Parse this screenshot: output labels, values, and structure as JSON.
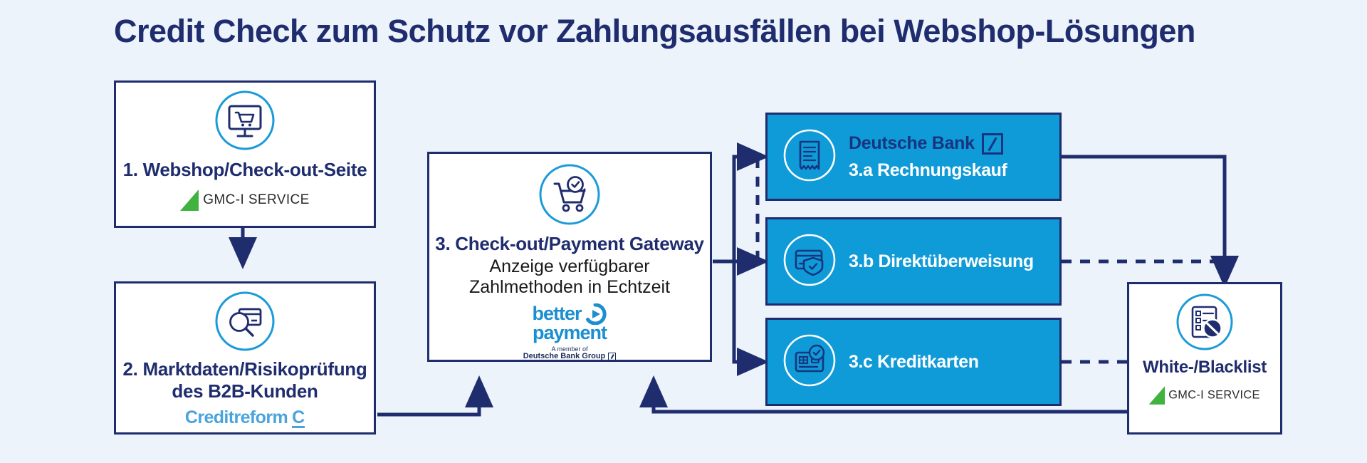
{
  "page": {
    "background_color": "#ecf3fb",
    "title": "Credit Check zum Schutz vor Zahlungsausfällen bei Webshop-Lösungen"
  },
  "colors": {
    "navy": "#1f2d6e",
    "cyan": "#0f9ad8",
    "icon_ring": "#1b9bd8",
    "green": "#3fb23f",
    "creditreform_blue": "#4ba3dc",
    "deutsche_bank_navy": "#16357e",
    "white": "#ffffff"
  },
  "steps": [
    {
      "id": "step-1",
      "number": "1.",
      "title": "1. Webshop/Check-out-Seite",
      "icon": "monitor-shopping-cart-icon",
      "logo": {
        "type": "gmc-i-service-logo",
        "text": "GMC-I SERVICE"
      }
    },
    {
      "id": "step-2",
      "number": "2.",
      "title_line1": "2. Marktdaten/Risikoprüfung",
      "title_line2": "des B2B-Kunden",
      "icon": "magnifier-card-icon",
      "logo": {
        "type": "creditreform-logo",
        "text": "Creditreform",
        "mark": "C"
      }
    },
    {
      "id": "step-3",
      "number": "3.",
      "title": "3. Check-out/Payment Gateway",
      "subtitle_line1": "Anzeige verfügbarer",
      "subtitle_line2": "Zahlmethoden in Echtzeit",
      "icon": "shopping-cart-check-icon",
      "logo": {
        "type": "better-payment-logo",
        "word1": "better",
        "word2": "payment",
        "sub1": "A member of",
        "sub2": "Deutsche Bank Group"
      }
    }
  ],
  "payment_methods": [
    {
      "id": "method-3a",
      "label": "3.a Rechnungskauf",
      "brand": "Deutsche Bank",
      "icon": "invoice-receipt-icon",
      "has_brand": true
    },
    {
      "id": "method-3b",
      "label": "3.b Direktüberweisung",
      "icon": "card-shield-icon",
      "has_brand": false
    },
    {
      "id": "method-3c",
      "label": "3.c Kreditkarten",
      "icon": "credit-card-check-icon",
      "has_brand": false
    }
  ],
  "blacklist": {
    "id": "white-blacklist",
    "title": "White-/Blacklist",
    "icon": "checklist-blocked-icon",
    "logo": {
      "type": "gmc-i-service-logo",
      "text": "GMC-I SERVICE"
    }
  }
}
